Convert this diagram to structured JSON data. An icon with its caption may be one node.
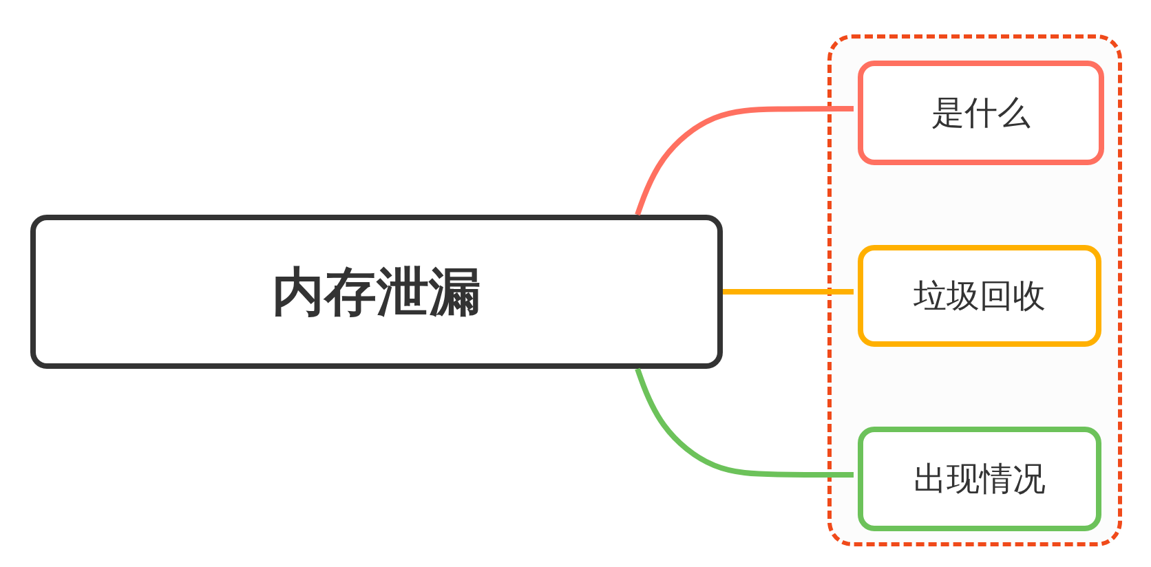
{
  "diagram": {
    "nodes": [
      {
        "text": [
          "内存泄漏"
        ]
      },
      {
        "text": [],
        "shape": "box"
      },
      {
        "text": [
          "是什么"
        ],
        "in": 1
      },
      {
        "text": [
          "垃圾回收"
        ],
        "in": 1
      },
      {
        "text": [
          "出现情况"
        ],
        "in": 1
      }
    ],
    "edges": [
      {
        "from": 0,
        "to": 2,
        "arrow": "none",
        "color": "#ff7060"
      },
      {
        "from": 0,
        "to": 3,
        "arrow": "none",
        "color": "#ffb000"
      },
      {
        "from": 0,
        "to": 4,
        "arrow": "none",
        "color": "#6cc25a"
      }
    ]
  }
}
